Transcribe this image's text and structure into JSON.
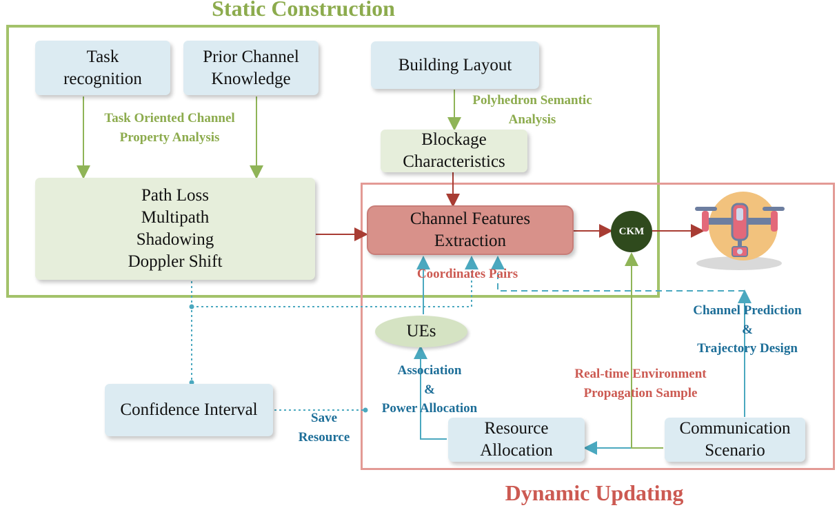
{
  "titles": {
    "static": "Static Construction",
    "dynamic": "Dynamic Updating"
  },
  "colors": {
    "static_frame": "#a3c26a",
    "dynamic_frame": "#e39a95",
    "green_text": "#8cab4d",
    "blue_text": "#1d6e98",
    "red_text": "#cc5a52",
    "dark_red_arrow": "#a83c33",
    "cyan_arrow": "#4aa8bf",
    "ckm_node": "#2f4a1d"
  },
  "boxes": {
    "task_recognition": [
      "Task",
      "recognition"
    ],
    "prior_channel_knowledge": [
      "Prior Channel",
      "Knowledge"
    ],
    "building_layout": [
      "Building Layout"
    ],
    "blockage_characteristics": [
      "Blockage",
      "Characteristics"
    ],
    "channel_properties": [
      "Path Loss",
      "Multipath",
      "Shadowing",
      "Doppler Shift"
    ],
    "channel_features_extraction": [
      "Channel Features",
      "Extraction"
    ],
    "ckm": "CKM",
    "ues": "UEs",
    "confidence_interval": [
      "Confidence Interval"
    ],
    "resource_allocation": [
      "Resource",
      "Allocation"
    ],
    "communication_scenario": [
      "Communication",
      "Scenario"
    ]
  },
  "labels": {
    "task_oriented": [
      "Task Oriented Channel",
      "Property Analysis"
    ],
    "polyhedron": [
      "Polyhedron Semantic",
      "Analysis"
    ],
    "coordinates_pairs": "Coordinates Pairs",
    "channel_prediction": [
      "Channel Prediction",
      "&",
      "Trajectory Design"
    ],
    "association": [
      "Association",
      "&",
      "Power Allocation"
    ],
    "realtime": [
      "Real-time Environment",
      "Propagation Sample"
    ],
    "save_resource": [
      "Save",
      "Resource"
    ]
  },
  "icons": {
    "drone": "drone-icon"
  }
}
